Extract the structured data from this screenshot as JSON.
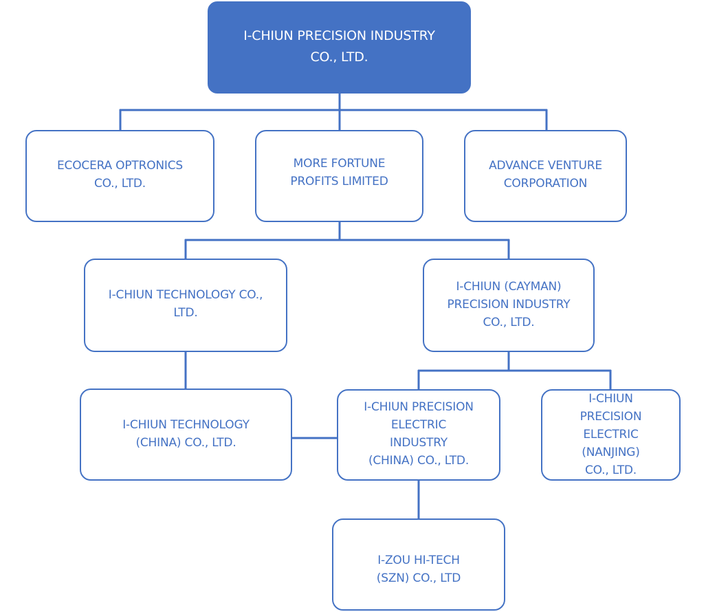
{
  "diagram": {
    "type": "organization-chart",
    "colors": {
      "primary": "#4472C4",
      "root_text": "#FFFFFF",
      "node_fill": "#FFFFFF",
      "background": "#FFFFFF"
    },
    "nodes": {
      "root": {
        "label": "I-CHIUN PRECISION INDUSTRY\nCO., LTD."
      },
      "ecocera": {
        "label": "ECOCERA OPTRONICS\nCO., LTD."
      },
      "more_fortune": {
        "label": "MORE FORTUNE\nPROFITS LIMITED"
      },
      "advance_venture": {
        "label": "ADVANCE VENTURE\nCORPORATION"
      },
      "ichiun_technology": {
        "label": "I-CHIUN TECHNOLOGY CO.,\nLTD."
      },
      "ichiun_cayman": {
        "label": "I-CHIUN (CAYMAN)\nPRECISION INDUSTRY\nCO., LTD."
      },
      "ichiun_technology_china": {
        "label": "I-CHIUN TECHNOLOGY\n(CHINA) CO., LTD."
      },
      "ichiun_precision_electric_china": {
        "label": "I-CHIUN PRECISION\nELECTRIC\nINDUSTRY\n(CHINA) CO., LTD."
      },
      "ichiun_precision_electric_nanjing": {
        "label": "I-CHIUN\nPRECISION\nELECTRIC\n(NANJING)\nCO., LTD."
      },
      "izou_hitech": {
        "label": "I-ZOU HI-TECH\n(SZN) CO., LTD"
      }
    },
    "edges": [
      {
        "from": "root",
        "to": "ecocera"
      },
      {
        "from": "root",
        "to": "more_fortune"
      },
      {
        "from": "root",
        "to": "advance_venture"
      },
      {
        "from": "more_fortune",
        "to": "ichiun_technology"
      },
      {
        "from": "more_fortune",
        "to": "ichiun_cayman"
      },
      {
        "from": "ichiun_technology",
        "to": "ichiun_technology_china"
      },
      {
        "from": "ichiun_cayman",
        "to": "ichiun_precision_electric_china"
      },
      {
        "from": "ichiun_cayman",
        "to": "ichiun_precision_electric_nanjing"
      },
      {
        "from": "ichiun_technology_china",
        "to": "ichiun_precision_electric_china",
        "kind": "sibling-link"
      },
      {
        "from": "ichiun_precision_electric_china",
        "to": "izou_hitech"
      }
    ]
  }
}
